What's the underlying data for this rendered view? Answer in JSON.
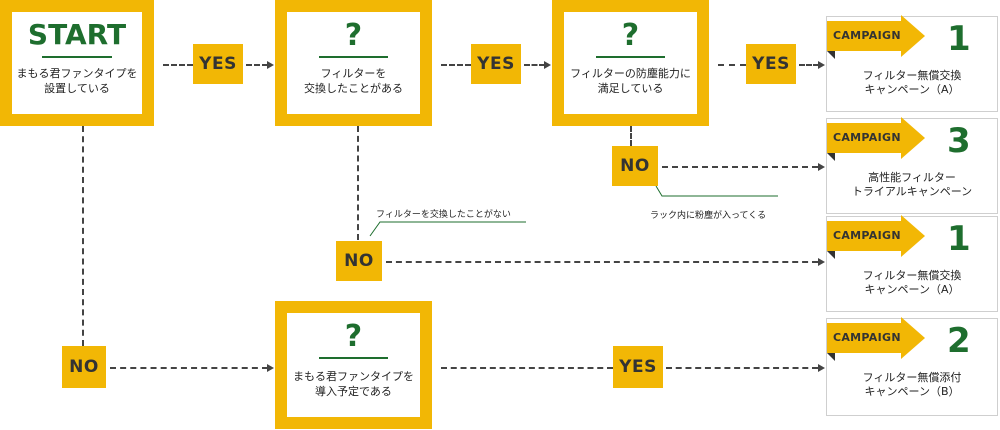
{
  "start": {
    "title": "START",
    "text_line1": "まもる君ファンタイプを",
    "text_line2": "設置している"
  },
  "q1": {
    "mark": "?",
    "text_line1": "フィルターを",
    "text_line2": "交換したことがある"
  },
  "q2": {
    "mark": "?",
    "text_line1": "フィルターの防塵能力に",
    "text_line2": "満足している"
  },
  "q3": {
    "mark": "?",
    "text_line1": "まもる君ファンタイプを",
    "text_line2": "導入予定である"
  },
  "labels": {
    "yes1": "YES",
    "yes2": "YES",
    "yes3": "YES",
    "yes4": "YES",
    "no_q2": "NO",
    "no_q1": "NO",
    "no_start": "NO"
  },
  "notes": {
    "no_q1_note": "フィルターを交換したことがない",
    "no_q2_note": "ラック内に粉塵が入ってくる"
  },
  "campaigns": [
    {
      "flag": "CAMPAIGN",
      "number": "1",
      "line1": "フィルター無償交換",
      "line2": "キャンペーン（A）"
    },
    {
      "flag": "CAMPAIGN",
      "number": "3",
      "line1": "高性能フィルター",
      "line2": "トライアルキャンペーン"
    },
    {
      "flag": "CAMPAIGN",
      "number": "1",
      "line1": "フィルター無償交換",
      "line2": "キャンペーン（A）"
    },
    {
      "flag": "CAMPAIGN",
      "number": "2",
      "line1": "フィルター無償添付",
      "line2": "キャンペーン（B）"
    }
  ],
  "colors": {
    "accent_yellow": "#f2b705",
    "accent_green": "#1e6e2e",
    "line": "#444444"
  }
}
